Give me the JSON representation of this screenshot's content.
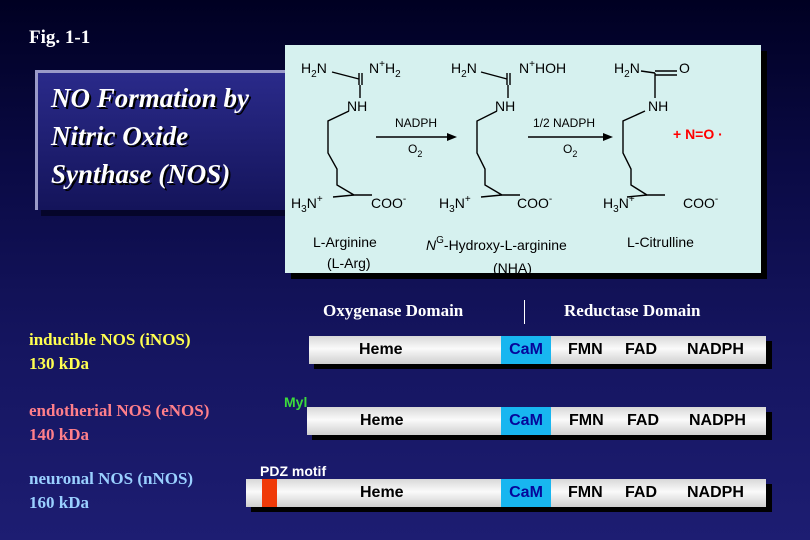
{
  "figure_label": "Fig. 1-1",
  "title": [
    "NO Formation by",
    "Nitric Oxide",
    "Synthase (NOS)"
  ],
  "reaction": {
    "substrate_name": "L-Arginine",
    "substrate_abbr": "(L-Arg)",
    "step1_cofactor": "NADPH",
    "step1_reagent": "O2",
    "intermediate_name_prefix": "N",
    "intermediate_name_sup": "G",
    "intermediate_name_rest": "-Hydroxy-L-arginine",
    "intermediate_abbr": "(NHA)",
    "step2_cofactor": "1/2 NADPH",
    "step2_reagent": "O2",
    "product_name": "L-Citrulline",
    "no_product": "+ N=O ·"
  },
  "domains": {
    "oxygenase": "Oxygenase Domain",
    "reductase": "Reductase Domain"
  },
  "isoforms": [
    {
      "name": "inducible NOS (iNOS)",
      "mass": "130 kDa",
      "color": "#ffff50",
      "annotation": "",
      "segments": [
        "Heme",
        "CaM",
        "FMN",
        "FAD",
        "NADPH"
      ]
    },
    {
      "name": "endotherial NOS (eNOS)",
      "mass": "140 kDa",
      "color": "#ff7f8a",
      "annotation": "Myl",
      "annotation_color": "#3cdc3c",
      "segments": [
        "Heme",
        "CaM",
        "FMN",
        "FAD",
        "NADPH"
      ]
    },
    {
      "name": "neuronal NOS (nNOS)",
      "mass": "160 kDa",
      "color": "#9ad0ff",
      "annotation": "PDZ motif",
      "annotation_color": "#ffffff",
      "segments": [
        "Heme",
        "CaM",
        "FMN",
        "FAD",
        "NADPH"
      ]
    }
  ],
  "colors": {
    "cam": "#18b6f0",
    "pdz": "#f03a08",
    "no_radical": "#ff0000",
    "panel": "#d6f1ef"
  }
}
